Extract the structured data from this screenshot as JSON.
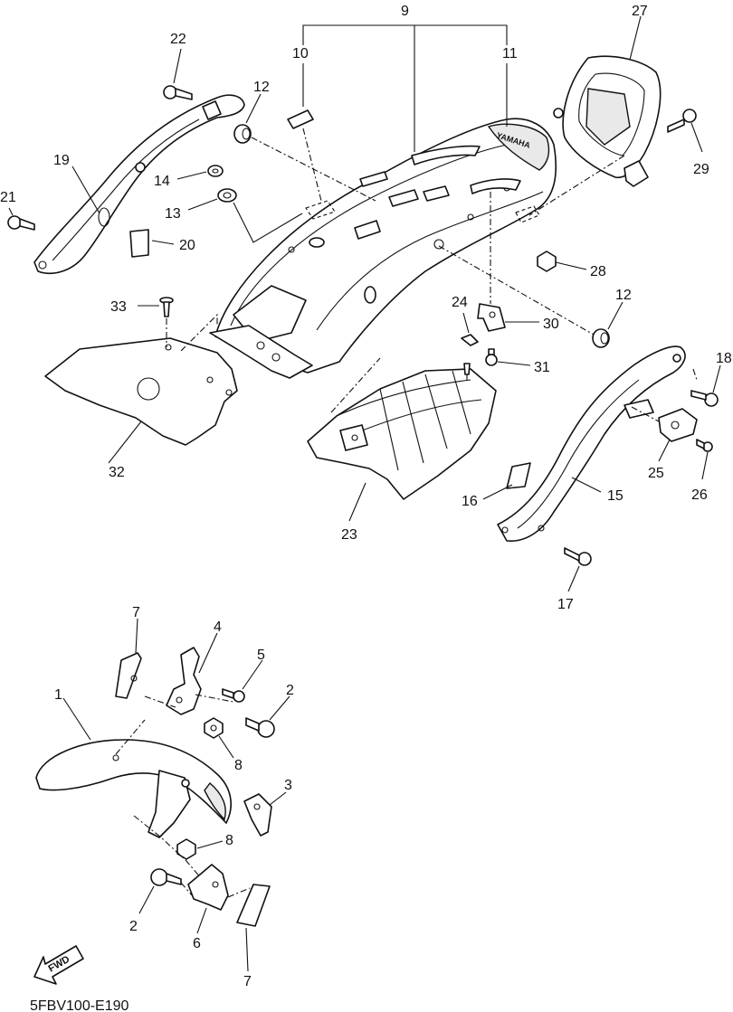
{
  "callouts": [
    {
      "id": "c9",
      "text": "9"
    },
    {
      "id": "c10",
      "text": "10"
    },
    {
      "id": "c11",
      "text": "11"
    },
    {
      "id": "c27",
      "text": "27"
    },
    {
      "id": "c22",
      "text": "22"
    },
    {
      "id": "c12a",
      "text": "12"
    },
    {
      "id": "c19",
      "text": "19"
    },
    {
      "id": "c14",
      "text": "14"
    },
    {
      "id": "c13",
      "text": "13"
    },
    {
      "id": "c21",
      "text": "21"
    },
    {
      "id": "c20",
      "text": "20"
    },
    {
      "id": "c29",
      "text": "29"
    },
    {
      "id": "c28",
      "text": "28"
    },
    {
      "id": "c33",
      "text": "33"
    },
    {
      "id": "c24",
      "text": "24"
    },
    {
      "id": "c30",
      "text": "30"
    },
    {
      "id": "c12b",
      "text": "12"
    },
    {
      "id": "c18",
      "text": "18"
    },
    {
      "id": "c31",
      "text": "31"
    },
    {
      "id": "c32",
      "text": "32"
    },
    {
      "id": "c25",
      "text": "25"
    },
    {
      "id": "c26",
      "text": "26"
    },
    {
      "id": "c16",
      "text": "16"
    },
    {
      "id": "c15",
      "text": "15"
    },
    {
      "id": "c23",
      "text": "23"
    },
    {
      "id": "c17",
      "text": "17"
    },
    {
      "id": "c7a",
      "text": "7"
    },
    {
      "id": "c4",
      "text": "4"
    },
    {
      "id": "c5",
      "text": "5"
    },
    {
      "id": "c1",
      "text": "1"
    },
    {
      "id": "c2a",
      "text": "2"
    },
    {
      "id": "c8a",
      "text": "8"
    },
    {
      "id": "c3",
      "text": "3"
    },
    {
      "id": "c8b",
      "text": "8"
    },
    {
      "id": "c2b",
      "text": "2"
    },
    {
      "id": "c6",
      "text": "6"
    },
    {
      "id": "c7b",
      "text": "7"
    }
  ],
  "fwd_label": "FWD",
  "drawing_code": "5FBV100-E190",
  "fender_logo": "YAMAHA"
}
